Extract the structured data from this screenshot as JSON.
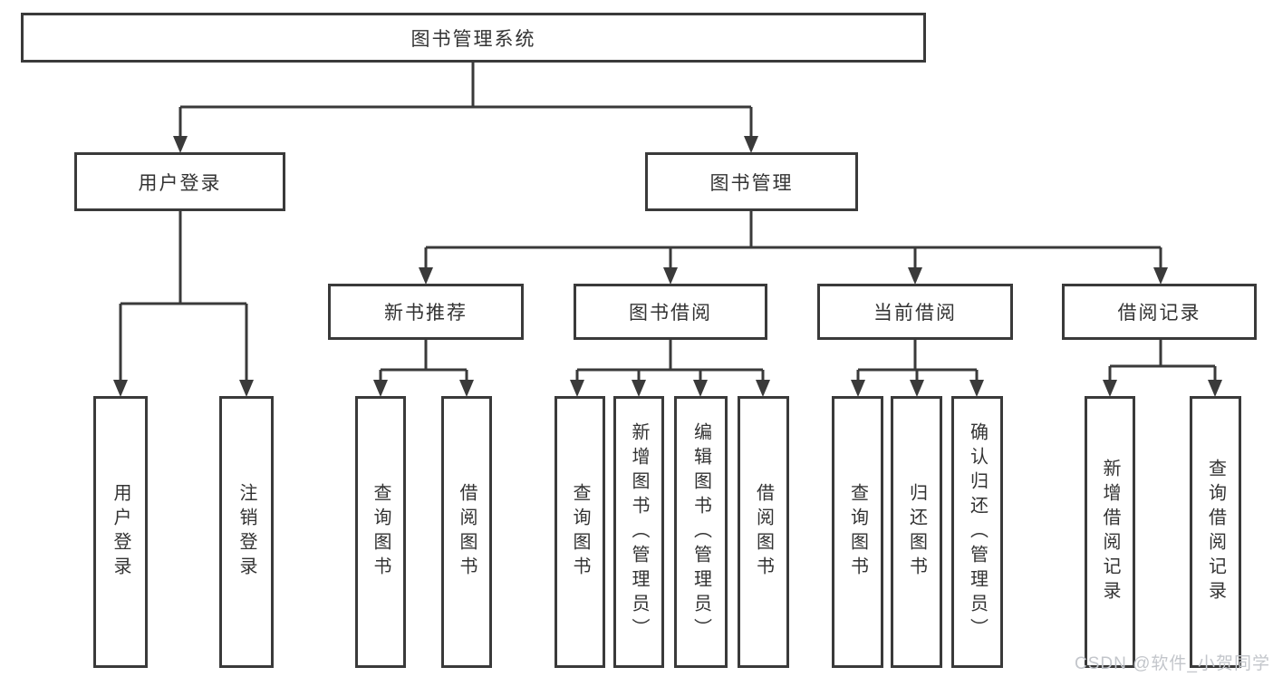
{
  "tree": {
    "root": {
      "label": "图书管理系统"
    },
    "user": {
      "label": "用户登录",
      "leaves": [
        {
          "label": "用户登录"
        },
        {
          "label": "注销登录"
        }
      ]
    },
    "mgmt": {
      "label": "图书管理",
      "groups": [
        {
          "label": "新书推荐",
          "leaves": [
            {
              "label": "查询图书"
            },
            {
              "label": "借阅图书"
            }
          ]
        },
        {
          "label": "图书借阅",
          "leaves": [
            {
              "label": "查询图书"
            },
            {
              "label": "新增图书（管理员）"
            },
            {
              "label": "编辑图书（管理员）"
            },
            {
              "label": "借阅图书"
            }
          ]
        },
        {
          "label": "当前借阅",
          "leaves": [
            {
              "label": "查询图书"
            },
            {
              "label": "归还图书"
            },
            {
              "label": "确认归还（管理员）"
            }
          ]
        },
        {
          "label": "借阅记录",
          "leaves": [
            {
              "label": "新增借阅记录"
            },
            {
              "label": "查询借阅记录"
            }
          ]
        }
      ]
    }
  },
  "watermark": {
    "text": "CSDN @软件_小贺同学"
  },
  "colors": {
    "line": "#3a3a3a",
    "box_border": "#3a3a3a",
    "text": "#333333",
    "background": "#ffffff",
    "watermark": "#c3c6cb"
  }
}
